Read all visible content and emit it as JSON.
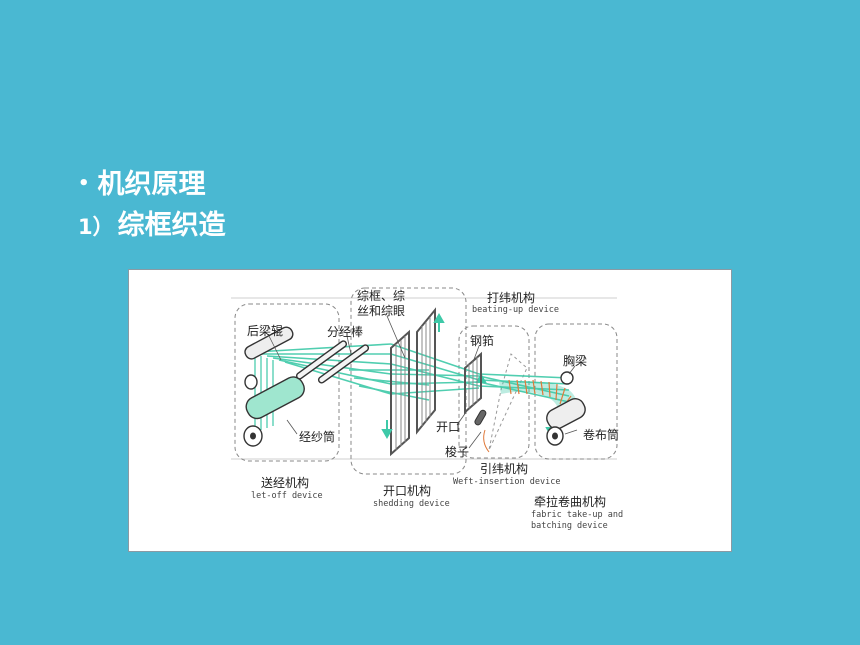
{
  "slide": {
    "bullet_symbol": "•",
    "heading": "机织原理",
    "sub_number": "1）",
    "sub_heading": "综框织造"
  },
  "diagram": {
    "labels": {
      "back_rest": "后梁辊",
      "lease_rods": "分经棒",
      "heald_frames": "综框、综\n丝和综眼",
      "beating_zh": "打纬机构",
      "beating_en": "beating-up device",
      "reed": "钢筘",
      "breast_beam": "胸梁",
      "warp_beam": "经纱筒",
      "shed": "开口",
      "shuttle": "梭子",
      "cloth_roller": "卷布筒",
      "letoff_zh": "送经机构",
      "letoff_en": "let-off device",
      "shedding_zh": "开口机构",
      "shedding_en": "shedding device",
      "weft_zh": "引纬机构",
      "weft_en": "Weft-insertion device",
      "takeup_zh": "牵拉卷曲机构",
      "takeup_en": "fabric take-up and\nbatching device"
    },
    "colors": {
      "warp": "#3ec9a8",
      "weft": "#e07a3a",
      "frame": "#555555",
      "dashed_box": "#888888"
    }
  }
}
